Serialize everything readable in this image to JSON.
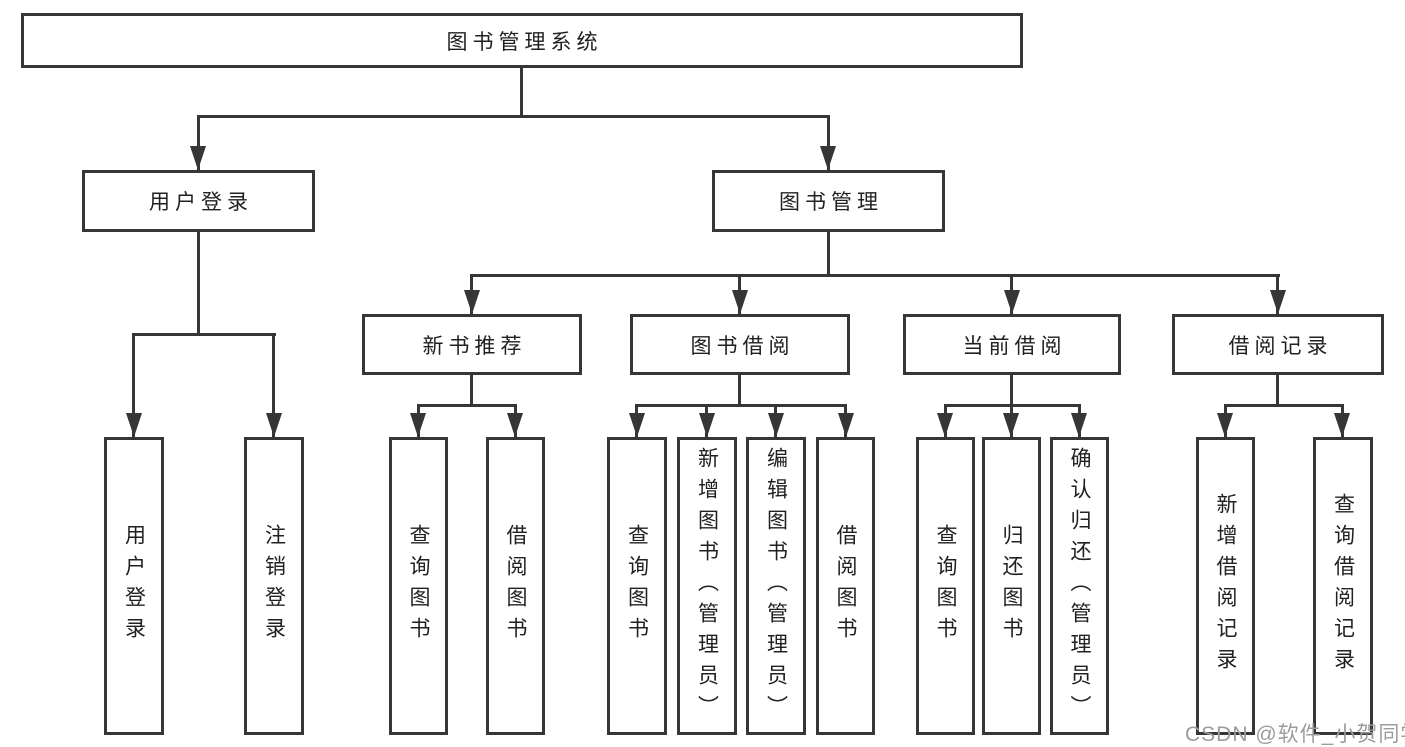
{
  "nodes": {
    "root": "图书管理系统",
    "user_login": "用户登录",
    "book_mgmt": "图书管理",
    "new_books": "新书推荐",
    "book_borrow": "图书借阅",
    "current_borrow": "当前借阅",
    "borrow_records": "借阅记录",
    "leaves": {
      "user_login": [
        "用户登录",
        "注销登录"
      ],
      "new_books": [
        "查询图书",
        "借阅图书"
      ],
      "book_borrow": [
        "查询图书",
        "新增图书（管理员）",
        "编辑图书（管理员）",
        "借阅图书"
      ],
      "current_borrow": [
        "查询图书",
        "归还图书",
        "确认归还（管理员）"
      ],
      "borrow_records": [
        "新增借阅记录",
        "查询借阅记录"
      ]
    }
  },
  "watermark": "CSDN @软件_小贺同学",
  "colors": {
    "line": "#363636",
    "text": "#212121",
    "background": "#ffffff",
    "watermark": "#9c9c9c"
  }
}
